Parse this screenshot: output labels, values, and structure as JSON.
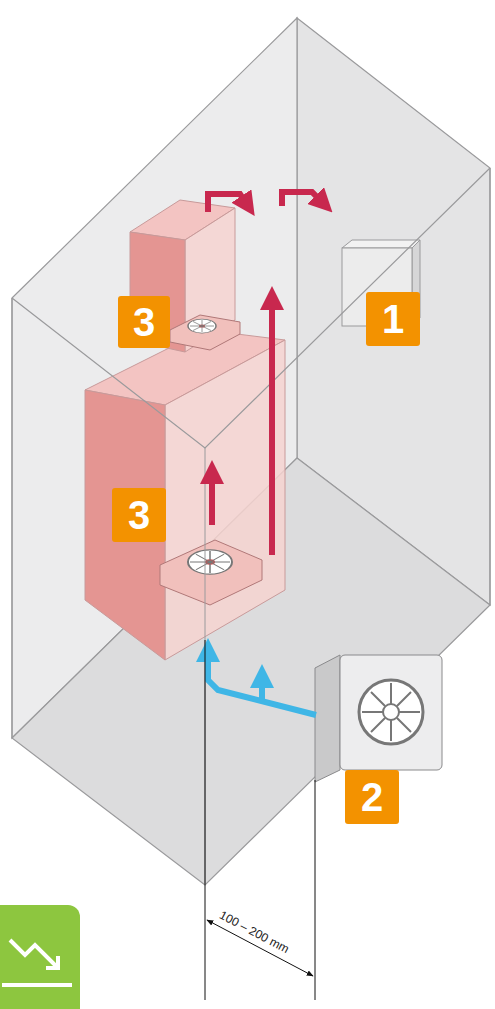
{
  "diagram": {
    "labels": [
      "3",
      "1",
      "3",
      "2",
      "100 – 200 mm"
    ]
  }
}
